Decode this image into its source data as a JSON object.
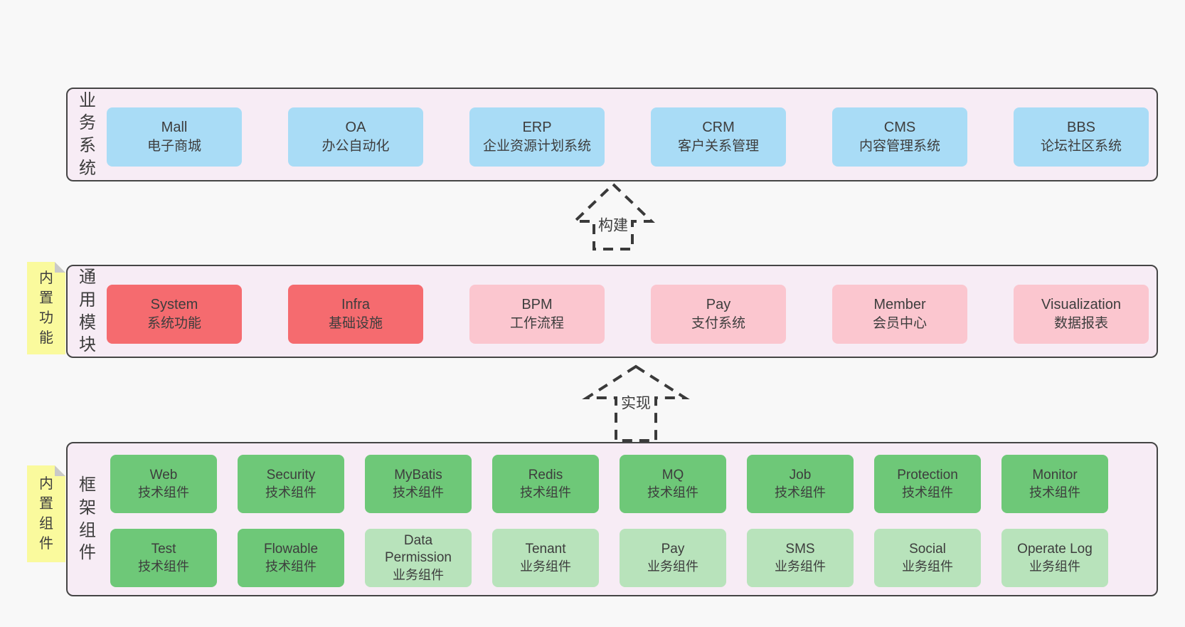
{
  "colors": {
    "page_bg": "#f8f8f8",
    "band_bg": "#f7ecf5",
    "band_border": "#454545",
    "blue": "#a9dcf6",
    "red": "#f56b6f",
    "pink": "#fbc6cf",
    "green": "#6ec878",
    "green_light": "#b8e3bb",
    "sticky_yellow": "#fafa9d",
    "fold_gray": "#c9c9c9",
    "text": "#3d3d3d",
    "arrow_dash": "#3a3a3a"
  },
  "bands": [
    {
      "label": "业务系统",
      "rows": [
        [
          {
            "en": "Mall",
            "zh": "电子商城",
            "type": "blue"
          },
          {
            "en": "OA",
            "zh": "办公自动化",
            "type": "blue"
          },
          {
            "en": "ERP",
            "zh": "企业资源计划系统",
            "type": "blue"
          },
          {
            "en": "CRM",
            "zh": "客户关系管理",
            "type": "blue"
          },
          {
            "en": "CMS",
            "zh": "内容管理系统",
            "type": "blue"
          },
          {
            "en": "BBS",
            "zh": "论坛社区系统",
            "type": "blue"
          }
        ]
      ]
    },
    {
      "label": "通用模块",
      "note": "内置功能",
      "rows": [
        [
          {
            "en": "System",
            "zh": "系统功能",
            "type": "red"
          },
          {
            "en": "Infra",
            "zh": "基础设施",
            "type": "red"
          },
          {
            "en": "BPM",
            "zh": "工作流程",
            "type": "pink"
          },
          {
            "en": "Pay",
            "zh": "支付系统",
            "type": "pink"
          },
          {
            "en": "Member",
            "zh": "会员中心",
            "type": "pink"
          },
          {
            "en": "Visualization",
            "zh": "数据报表",
            "type": "pink"
          }
        ]
      ]
    },
    {
      "label": "框架组件",
      "note": "内置组件",
      "rows": [
        [
          {
            "en": "Web",
            "zh": "技术组件",
            "type": "green"
          },
          {
            "en": "Security",
            "zh": "技术组件",
            "type": "green"
          },
          {
            "en": "MyBatis",
            "zh": "技术组件",
            "type": "green"
          },
          {
            "en": "Redis",
            "zh": "技术组件",
            "type": "green"
          },
          {
            "en": "MQ",
            "zh": "技术组件",
            "type": "green"
          },
          {
            "en": "Job",
            "zh": "技术组件",
            "type": "green"
          },
          {
            "en": "Protection",
            "zh": "技术组件",
            "type": "green"
          },
          {
            "en": "Monitor",
            "zh": "技术组件",
            "type": "green"
          }
        ],
        [
          {
            "en": "Test",
            "zh": "技术组件",
            "type": "green"
          },
          {
            "en": "Flowable",
            "zh": "技术组件",
            "type": "green"
          },
          {
            "en": "Data Permission",
            "zh": "业务组件",
            "type": "green_light"
          },
          {
            "en": "Tenant",
            "zh": "业务组件",
            "type": "green_light"
          },
          {
            "en": "Pay",
            "zh": "业务组件",
            "type": "green_light"
          },
          {
            "en": "SMS",
            "zh": "业务组件",
            "type": "green_light"
          },
          {
            "en": "Social",
            "zh": "业务组件",
            "type": "green_light"
          },
          {
            "en": "Operate Log",
            "zh": "业务组件",
            "type": "green_light"
          }
        ]
      ]
    }
  ],
  "arrows": [
    {
      "label": "构建"
    },
    {
      "label": "实现"
    }
  ]
}
